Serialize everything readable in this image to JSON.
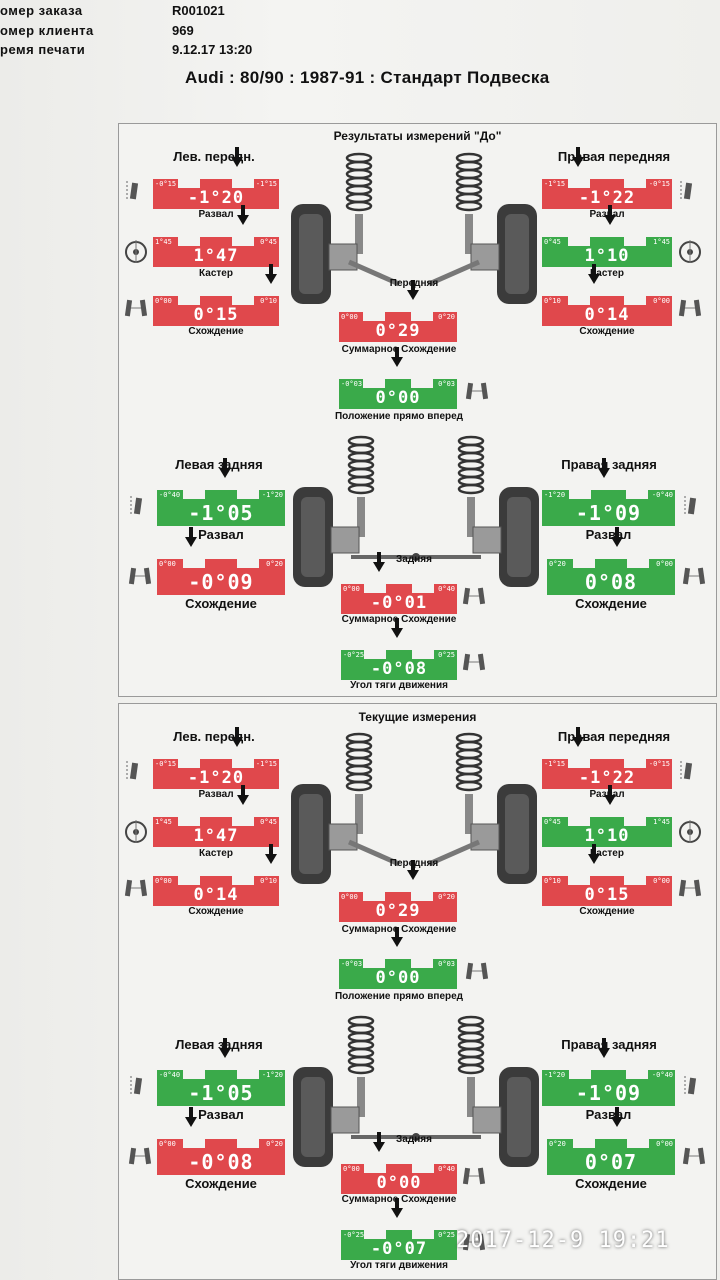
{
  "header": {
    "order_label": "омер заказа",
    "order_value": "R001021",
    "client_label": "омер клиента",
    "client_value": "969",
    "print_label": "ремя печати",
    "print_value": "9.12.17 13:20",
    "title": "Audi : 80/90 : 1987-91 : Стандарт Подвеска"
  },
  "before": {
    "title": "Результаты измерений \"До\"",
    "lf": {
      "title": "Лев. передн.",
      "camber": {
        "label": "Развал",
        "value": "-1°20",
        "lo": "-0°15",
        "hi": "-1°15",
        "color": "red"
      },
      "caster": {
        "label": "Кастер",
        "value": "1°47",
        "lo": "1°45",
        "hi": "0°45",
        "color": "red"
      },
      "toe": {
        "label": "Схождение",
        "value": "0°15",
        "lo": "0°00",
        "hi": "0°10",
        "color": "red"
      }
    },
    "rf": {
      "title": "Правая передняя",
      "camber": {
        "label": "Развал",
        "value": "-1°22",
        "lo": "-1°15",
        "hi": "-0°15",
        "color": "red"
      },
      "caster": {
        "label": "Кастер",
        "value": "1°10",
        "lo": "0°45",
        "hi": "1°45",
        "color": "green"
      },
      "toe": {
        "label": "Схождение",
        "value": "0°14",
        "lo": "0°10",
        "hi": "0°00",
        "color": "red"
      }
    },
    "front_label": "Передняя",
    "total_toe": {
      "label": "Суммарное Схождение",
      "value": "0°29",
      "lo": "0°00",
      "hi": "0°20",
      "color": "red"
    },
    "straight": {
      "label": "Положение прямо вперед",
      "value": "0°00",
      "lo": "-0°03",
      "hi": "0°03",
      "color": "green"
    },
    "lr": {
      "title": "Левая задняя",
      "camber": {
        "label": "Развал",
        "value": "-1°05",
        "lo": "-0°40",
        "hi": "-1°20",
        "color": "green"
      },
      "toe": {
        "label": "Схождение",
        "value": "-0°09",
        "lo": "0°00",
        "hi": "0°20",
        "color": "red"
      }
    },
    "rr": {
      "title": "Правая задняя",
      "camber": {
        "label": "Развал",
        "value": "-1°09",
        "lo": "-1°20",
        "hi": "-0°40",
        "color": "green"
      },
      "toe": {
        "label": "Схождение",
        "value": "0°08",
        "lo": "0°20",
        "hi": "0°00",
        "color": "green"
      }
    },
    "rear_label": "Задняя",
    "rear_total": {
      "label": "Суммарное Схождение",
      "value": "-0°01",
      "lo": "0°00",
      "hi": "0°40",
      "color": "red"
    },
    "thrust": {
      "label": "Угол тяги движения",
      "value": "-0°08",
      "lo": "-0°25",
      "hi": "0°25",
      "color": "green"
    }
  },
  "current": {
    "title": "Текущие измерения",
    "lf": {
      "title": "Лев. передн.",
      "camber": {
        "label": "Развал",
        "value": "-1°20",
        "lo": "-0°15",
        "hi": "-1°15",
        "color": "red"
      },
      "caster": {
        "label": "Кастер",
        "value": "1°47",
        "lo": "1°45",
        "hi": "0°45",
        "color": "red"
      },
      "toe": {
        "label": "Схождение",
        "value": "0°14",
        "lo": "0°00",
        "hi": "0°10",
        "color": "red"
      }
    },
    "rf": {
      "title": "Правая передняя",
      "camber": {
        "label": "Развал",
        "value": "-1°22",
        "lo": "-1°15",
        "hi": "-0°15",
        "color": "red"
      },
      "caster": {
        "label": "Кастер",
        "value": "1°10",
        "lo": "0°45",
        "hi": "1°45",
        "color": "green"
      },
      "toe": {
        "label": "Схождение",
        "value": "0°15",
        "lo": "0°10",
        "hi": "0°00",
        "color": "red"
      }
    },
    "front_label": "Передняя",
    "total_toe": {
      "label": "Суммарное Схождение",
      "value": "0°29",
      "lo": "0°00",
      "hi": "0°20",
      "color": "red"
    },
    "straight": {
      "label": "Положение прямо вперед",
      "value": "0°00",
      "lo": "-0°03",
      "hi": "0°03",
      "color": "green"
    },
    "lr": {
      "title": "Левая задняя",
      "camber": {
        "label": "Развал",
        "value": "-1°05",
        "lo": "-0°40",
        "hi": "-1°20",
        "color": "green"
      },
      "toe": {
        "label": "Схождение",
        "value": "-0°08",
        "lo": "0°00",
        "hi": "0°20",
        "color": "red"
      }
    },
    "rr": {
      "title": "Правая задняя",
      "camber": {
        "label": "Развал",
        "value": "-1°09",
        "lo": "-1°20",
        "hi": "-0°40",
        "color": "green"
      },
      "toe": {
        "label": "Схождение",
        "value": "0°07",
        "lo": "0°20",
        "hi": "0°00",
        "color": "green"
      }
    },
    "rear_label": "Задняя",
    "rear_total": {
      "label": "Суммарное Схождение",
      "value": "0°00",
      "lo": "0°00",
      "hi": "0°40",
      "color": "red"
    },
    "thrust": {
      "label": "Угол тяги движения",
      "value": "-0°07",
      "lo": "-0°25",
      "hi": "0°25",
      "color": "green"
    }
  },
  "photo_stamp": "2017-12-9 19:21"
}
